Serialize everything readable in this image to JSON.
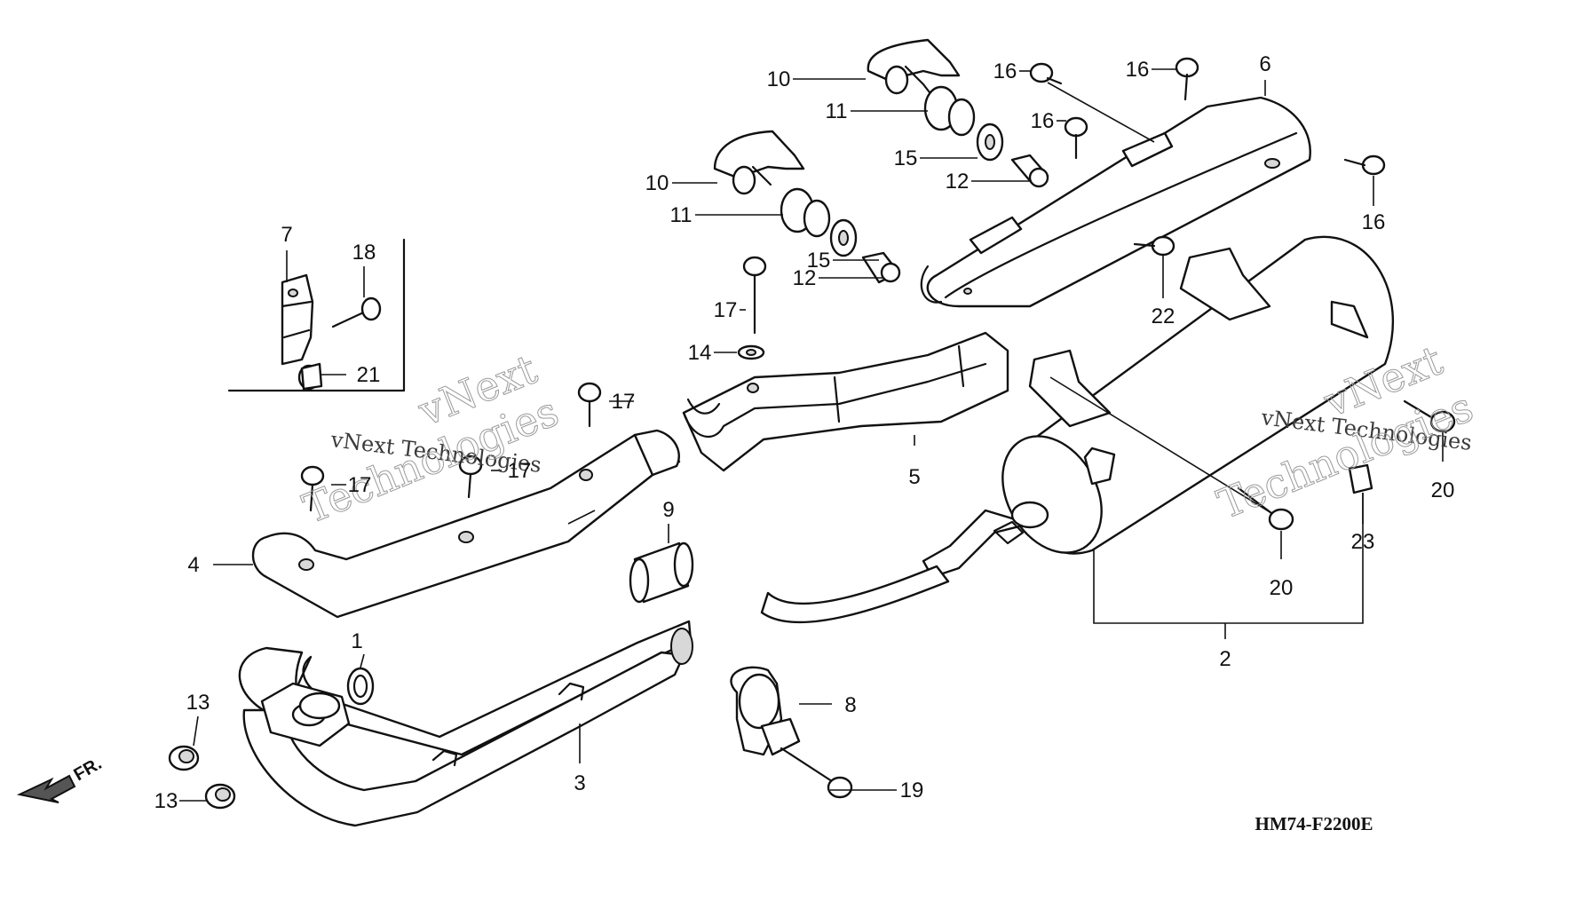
{
  "diagram": {
    "code": "HM74-F2200E",
    "direction_label": "FR.",
    "watermark": {
      "brand": "vNext Technologies",
      "outline_line1": "vNext",
      "outline_line2": "Technologies"
    },
    "callouts": [
      {
        "id": "c1",
        "label": "1"
      },
      {
        "id": "c2",
        "label": "2"
      },
      {
        "id": "c3",
        "label": "3"
      },
      {
        "id": "c4",
        "label": "4"
      },
      {
        "id": "c5",
        "label": "5"
      },
      {
        "id": "c6",
        "label": "6"
      },
      {
        "id": "c7",
        "label": "7"
      },
      {
        "id": "c8",
        "label": "8"
      },
      {
        "id": "c9",
        "label": "9"
      },
      {
        "id": "c10a",
        "label": "10"
      },
      {
        "id": "c10b",
        "label": "10"
      },
      {
        "id": "c11a",
        "label": "11"
      },
      {
        "id": "c11b",
        "label": "11"
      },
      {
        "id": "c12a",
        "label": "12"
      },
      {
        "id": "c12b",
        "label": "12"
      },
      {
        "id": "c13a",
        "label": "13"
      },
      {
        "id": "c13b",
        "label": "13"
      },
      {
        "id": "c14",
        "label": "14"
      },
      {
        "id": "c15a",
        "label": "15"
      },
      {
        "id": "c15b",
        "label": "15"
      },
      {
        "id": "c16a",
        "label": "16"
      },
      {
        "id": "c16b",
        "label": "16"
      },
      {
        "id": "c16c",
        "label": "16"
      },
      {
        "id": "c16d",
        "label": "16"
      },
      {
        "id": "c17a",
        "label": "17"
      },
      {
        "id": "c17b",
        "label": "17"
      },
      {
        "id": "c17c",
        "label": "17"
      },
      {
        "id": "c17d",
        "label": "17"
      },
      {
        "id": "c18",
        "label": "18"
      },
      {
        "id": "c19",
        "label": "19"
      },
      {
        "id": "c20a",
        "label": "20"
      },
      {
        "id": "c20b",
        "label": "20"
      },
      {
        "id": "c21",
        "label": "21"
      },
      {
        "id": "c22",
        "label": "22"
      },
      {
        "id": "c23",
        "label": "23"
      }
    ]
  }
}
